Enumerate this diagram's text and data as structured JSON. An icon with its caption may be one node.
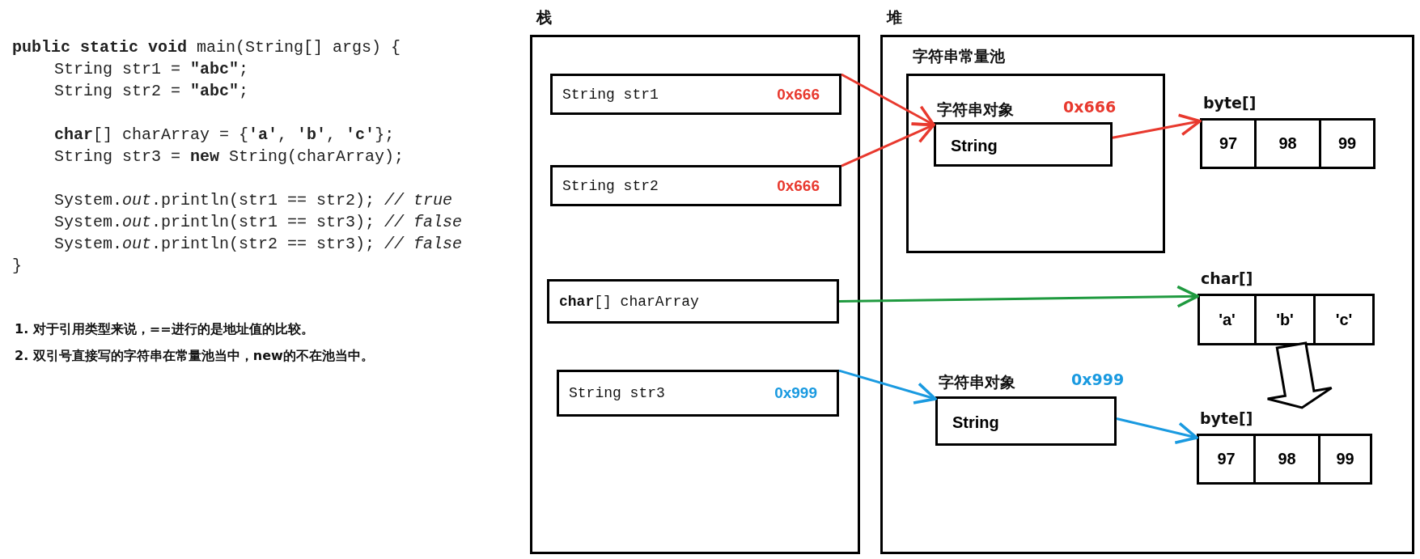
{
  "diagram": {
    "nodes": [
      {
        "text": [
          "栈"
        ]
      },
      {
        "text": [
          "String str1",
          "0x666"
        ],
        "in": 0
      },
      {
        "text": [
          "String str2",
          "0x666"
        ],
        "in": 0
      },
      {
        "text": [
          "**char**[] charArray"
        ],
        "in": 0
      },
      {
        "text": [
          "String str3",
          "0x999"
        ],
        "in": 0
      },
      {
        "text": [
          "堆"
        ]
      },
      {
        "text": [
          "字符串常量池"
        ],
        "in": 5
      },
      {
        "text": [
          "字符串对象",
          "String"
        ],
        "beside": [
          "0x666"
        ],
        "in": 6
      },
      {
        "text": [
          "byte[]"
        ],
        "in": 5
      },
      {
        "text": [
          "97"
        ],
        "in": 8
      },
      {
        "text": [
          "98"
        ],
        "in": 8
      },
      {
        "text": [
          "99"
        ],
        "in": 8
      },
      {
        "text": [
          "char[]"
        ],
        "in": 5
      },
      {
        "text": [
          "'a'"
        ],
        "in": 12
      },
      {
        "text": [
          "'b'"
        ],
        "in": 12
      },
      {
        "text": [
          "'c'"
        ],
        "in": 12
      },
      {
        "text": [
          "字符串对象",
          "String"
        ],
        "beside": [
          "0x999"
        ],
        "in": 5
      },
      {
        "text": [
          "byte[]"
        ],
        "in": 5
      },
      {
        "text": [
          "97"
        ],
        "in": 17
      },
      {
        "text": [
          "98"
        ],
        "in": 17
      },
      {
        "text": [
          "99"
        ],
        "in": 17
      }
    ],
    "edges": [
      {
        "from": 1,
        "to": 7,
        "arrow": "to",
        "color": "#e8392e"
      },
      {
        "from": 2,
        "to": 7,
        "arrow": "to",
        "color": "#e8392e"
      },
      {
        "from": 7,
        "to": 8,
        "arrow": "to",
        "color": "#e8392e"
      },
      {
        "from": 3,
        "to": 12,
        "arrow": "to",
        "color": "#1f9a3f"
      },
      {
        "from": 4,
        "to": 16,
        "arrow": "to",
        "color": "#1a9ae0"
      },
      {
        "from": 16,
        "to": 17,
        "arrow": "to",
        "color": "#1a9ae0"
      },
      {
        "from": 12,
        "to": 17,
        "arrow": "to",
        "style": "thick",
        "color": "#000000"
      }
    ],
    "labels": [
      "**public static void** main(String[] args) {",
      "String str1 = **\"abc\"**;",
      "String str2 = **\"abc\"**;",
      "**char**[] charArray = {**'a'**, **'b'**, **'c'**};",
      "String str3 = **new** String(charArray);",
      "System.*out*.println(str1 == str2); *// true*",
      "System.*out*.println(str1 == str3); *// false*",
      "System.*out*.println(str2 == str3); *// false*",
      "}",
      "1. 对于引用类型来说，==进行的是地址值的比较。",
      "2. 双引号直接写的字符串在常量池当中，new的不在池当中。"
    ]
  }
}
